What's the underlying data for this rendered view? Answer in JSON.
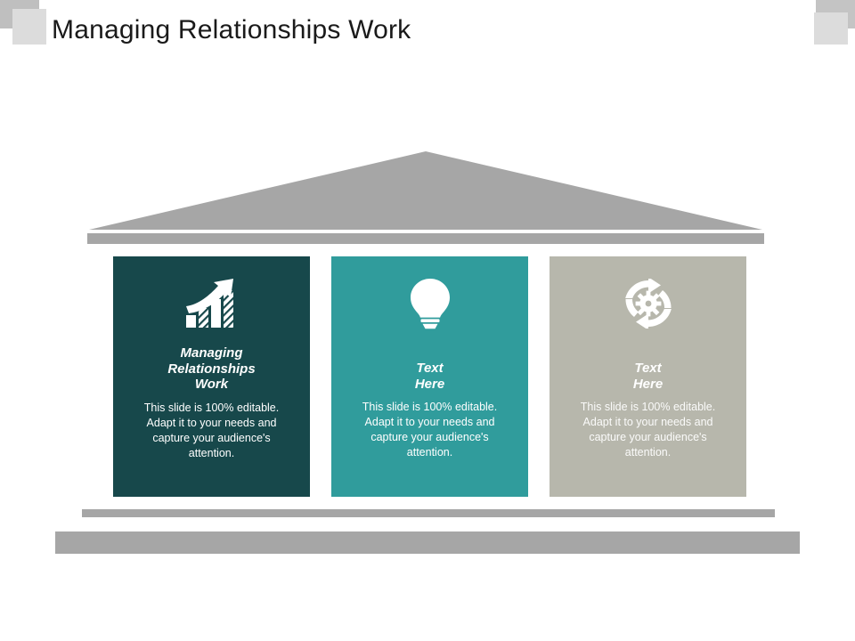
{
  "slide": {
    "title": "Managing Relationships Work",
    "background_color": "#FFFFFF"
  },
  "decor": {
    "corner_square_dark": "#BFBFBF",
    "corner_square_light": "#DCDCDC",
    "pediment_color": "#A6A6A6",
    "roof_bar_color": "#A6A6A6",
    "base_bar_color": "#A6A6A6"
  },
  "cards": [
    {
      "icon": "growth-chart-arrow-icon",
      "heading": "Managing\nRelationships\nWork",
      "body": "This slide is 100% editable. Adapt it to your needs and capture your audience's attention.",
      "background_color": "#17484B",
      "text_color": "#FFFFFF"
    },
    {
      "icon": "lightbulb-icon",
      "heading": "Text\nHere",
      "body": "This slide is 100% editable. Adapt it to your needs and capture your audience's attention.",
      "background_color": "#309C9C",
      "text_color": "#FFFFFF"
    },
    {
      "icon": "refresh-gear-cycle-icon",
      "heading": "Text\nHere",
      "body": "This slide is 100% editable. Adapt it to your needs and capture your audience's attention.",
      "background_color": "#B7B7AC",
      "text_color": "#FFFFFF"
    }
  ]
}
